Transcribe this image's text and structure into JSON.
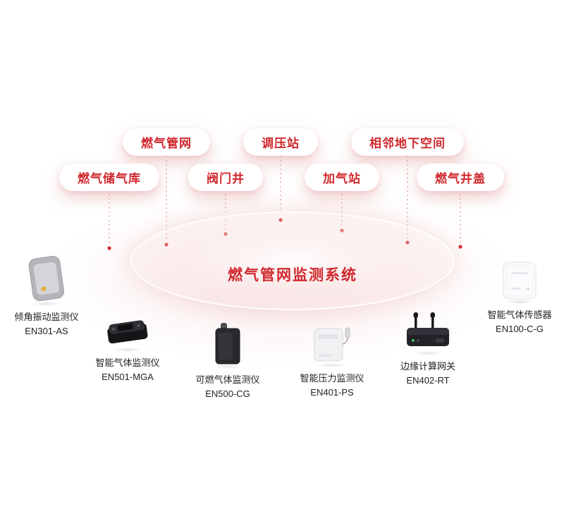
{
  "title": "燃气管网监测系统",
  "colors": {
    "accent_red": "#d0282d",
    "connector_pink": "#e3aeae",
    "label_text": "#212121"
  },
  "pills": [
    {
      "label": "燃气管网"
    },
    {
      "label": "调压站"
    },
    {
      "label": "相邻地下空间"
    },
    {
      "label": "燃气储气库"
    },
    {
      "label": "阀门井"
    },
    {
      "label": "加气站"
    },
    {
      "label": "燃气井盖"
    }
  ],
  "devices": [
    {
      "name": "倾角振动监测仪",
      "model": "EN301-AS"
    },
    {
      "name": "智能气体监测仪",
      "model": "EN501-MGA"
    },
    {
      "name": "可燃气体监测仪",
      "model": "EN500-CG"
    },
    {
      "name": "智能压力监测仪",
      "model": "EN401-PS"
    },
    {
      "name": "边缘计算网关",
      "model": "EN402-RT"
    },
    {
      "name": "智能气体传感器",
      "model": "EN100-C-G"
    }
  ]
}
